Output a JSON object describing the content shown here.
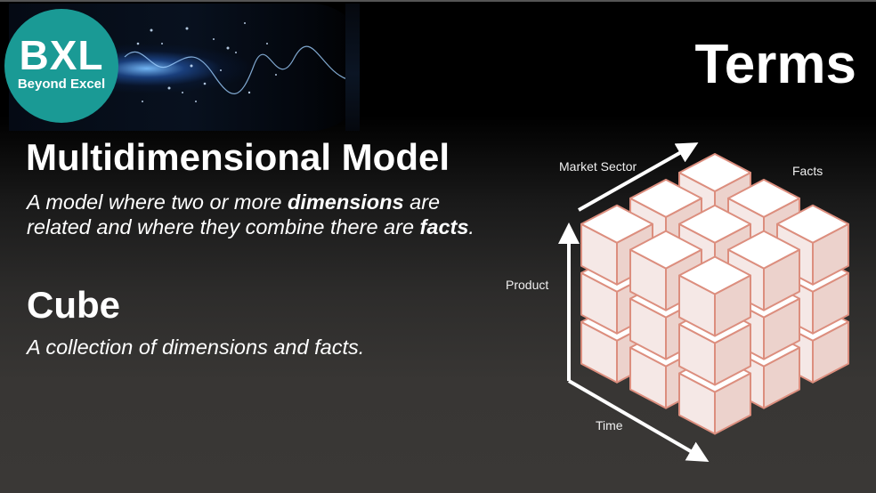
{
  "slide": {
    "title": "Terms",
    "logo": {
      "main": "BXL",
      "sub": "Beyond Excel",
      "color": "#1a9a95"
    },
    "terms": [
      {
        "heading": "Multidimensional Model",
        "definition_parts": [
          {
            "text": "A model where two or more ",
            "bold": false
          },
          {
            "text": "dimensions",
            "bold": true
          },
          {
            "text": " are related and where they combine there are ",
            "bold": false
          },
          {
            "text": "facts",
            "bold": true
          },
          {
            "text": ".",
            "bold": false
          }
        ],
        "definition_line1_a": "A model where two or more ",
        "definition_line1_b": "dimensions",
        "definition_line1_c": " are",
        "definition_line2_a": "related and where they combine there are ",
        "definition_line2_b": "facts",
        "definition_line2_c": "."
      },
      {
        "heading": "Cube",
        "definition": "A collection of dimensions and facts."
      }
    ],
    "diagram": {
      "axes": {
        "market_sector": "Market Sector",
        "product": "Product",
        "time": "Time"
      },
      "facts_label": "Facts",
      "cube_colors": {
        "top": "#ffffff",
        "left": "#f5e8e6",
        "right": "#ecd2cc",
        "edge": "#dc8e7e",
        "highlight_top": "#ebc4bb",
        "highlight_left": "#e3a699",
        "highlight_right": "#d99482"
      }
    }
  }
}
